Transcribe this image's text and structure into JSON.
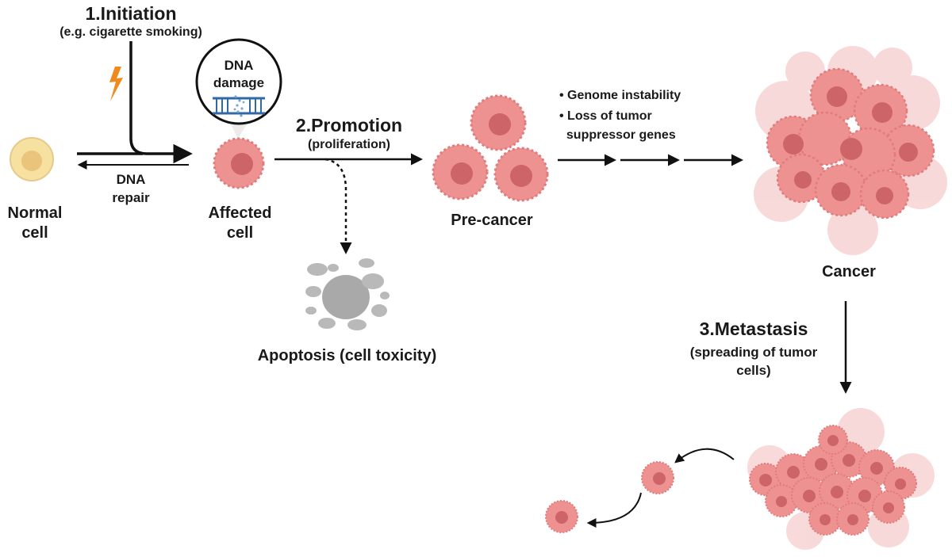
{
  "stages": {
    "initiation": {
      "title": "1.Initiation",
      "subtitle": "(e.g. cigarette smoking)"
    },
    "promotion": {
      "title": "2.Promotion",
      "subtitle": "(proliferation)"
    },
    "metastasis": {
      "title": "3.Metastasis",
      "subtitle_line1": "(spreading of tumor",
      "subtitle_line2": "cells)"
    }
  },
  "cells": {
    "normal_line1": "Normal",
    "normal_line2": "cell",
    "affected_line1": "Affected",
    "affected_line2": "cell",
    "precancer": "Pre-cancer",
    "cancer": "Cancer",
    "apoptosis": "Apoptosis (cell toxicity)"
  },
  "dna_damage_line1": "DNA",
  "dna_damage_line2": "damage",
  "dna_repair_line1": "DNA",
  "dna_repair_line2": "repair",
  "bullets": [
    "• Genome instability",
    "• Loss of tumor",
    "  suppressor genes"
  ],
  "colors": {
    "cell_fill": "#ee9191",
    "nucleus": "#cc6468",
    "normal_cell": "#f7e1a0",
    "apoptosis": "#b9b9b9",
    "lightning": "#f08a1c",
    "dna_strand": "#2f6aa4"
  }
}
